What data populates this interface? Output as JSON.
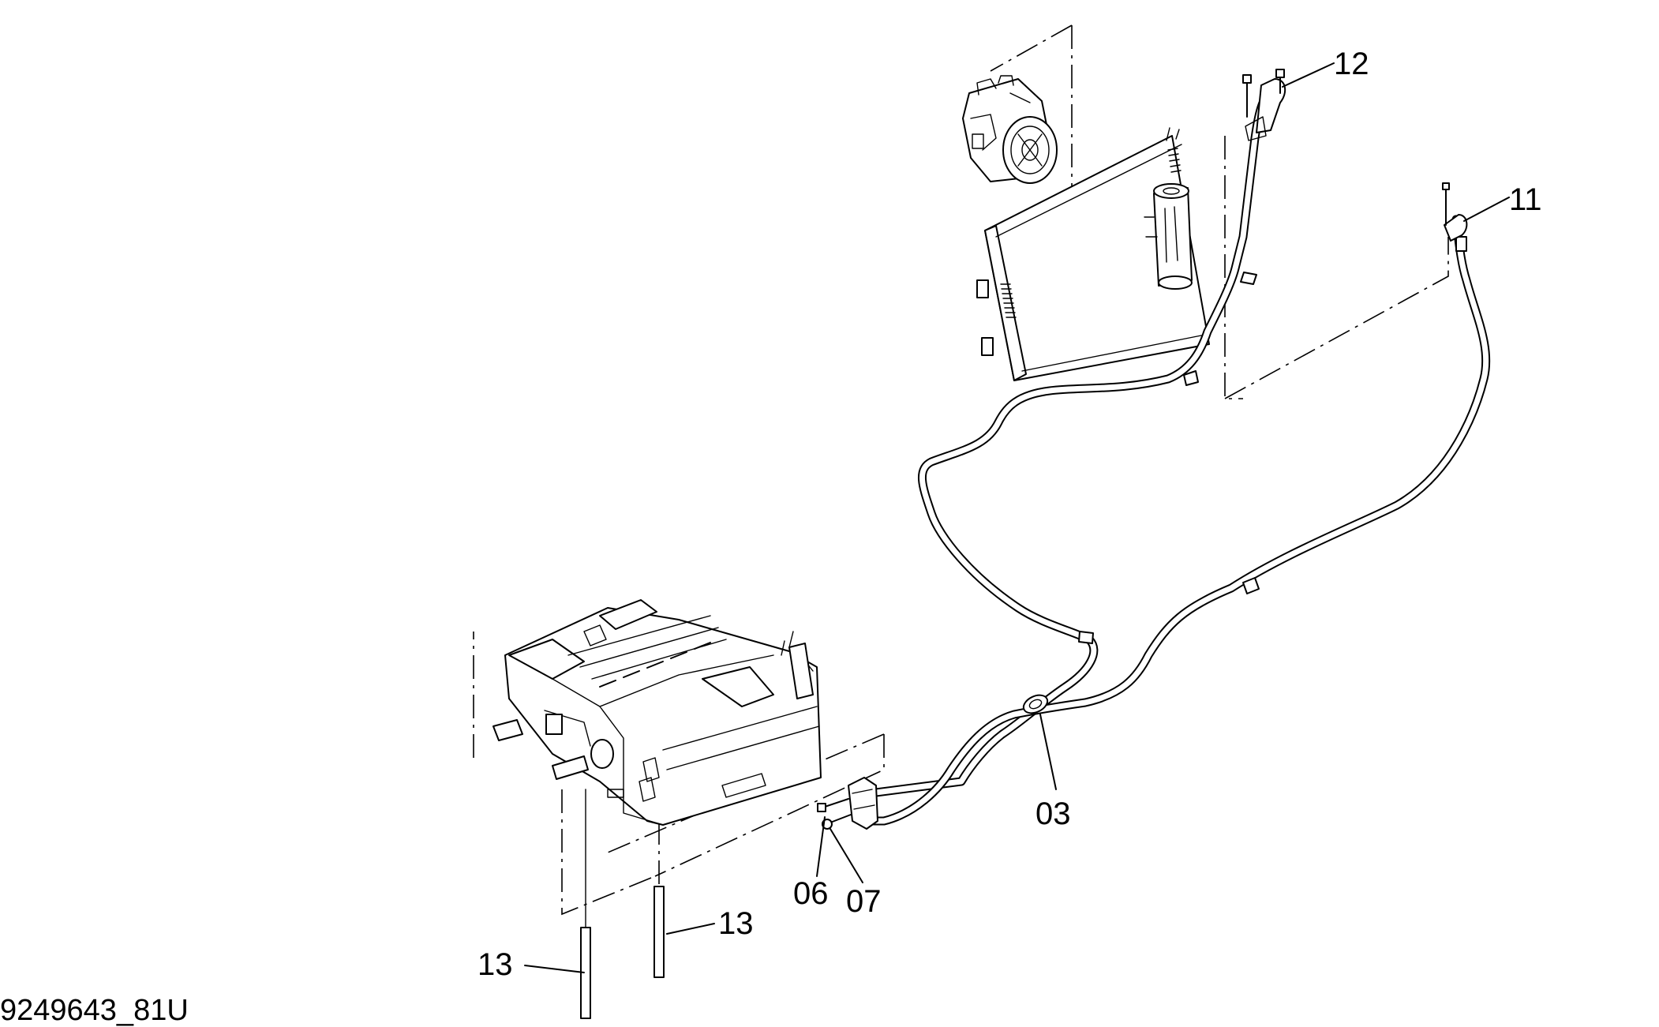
{
  "diagram": {
    "document_id": "9249643_81U",
    "callouts": [
      {
        "id": "c12",
        "label": "12"
      },
      {
        "id": "c11",
        "label": "11"
      },
      {
        "id": "c03",
        "label": "03"
      },
      {
        "id": "c06",
        "label": "06"
      },
      {
        "id": "c07",
        "label": "07"
      },
      {
        "id": "c13a",
        "label": "13"
      },
      {
        "id": "c13b",
        "label": "13"
      }
    ],
    "parts": [
      "compressor-icon",
      "condenser-icon",
      "receiver-drier-icon",
      "hvac-unit-icon",
      "refrigerant-hose-icon",
      "drain-tube-icon",
      "bolt-icon",
      "clamp-icon"
    ]
  }
}
